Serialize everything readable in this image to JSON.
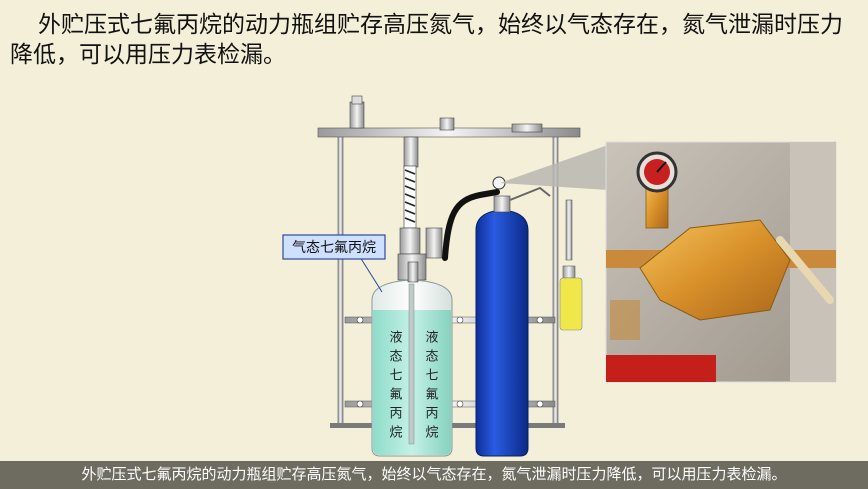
{
  "slide": {
    "heading": "外贮压式七氟丙烷的动力瓶组贮存高压氮气，始终以气态存在，氮气泄漏时压力降低，可以用压力表检漏。",
    "caption": "外贮压式七氟丙烷的动力瓶组贮存高压氮气，始终以气态存在，氮气泄漏时压力降低，可以用压力表检漏。"
  },
  "diagram": {
    "gas_label": "气态七氟丙烷",
    "liquid_label_left": "液态七氟丙烷",
    "liquid_label_right": "液态七氟丙烷"
  },
  "colors": {
    "background": "#f3efd8",
    "nitrogen_cylinder": "#1f47c9",
    "liquid": "#a8e6d8",
    "gas_label_bg": "#cfe0ff",
    "gas_label_border": "#2a4aa0",
    "yellow_bottle": "#f0e84a"
  }
}
